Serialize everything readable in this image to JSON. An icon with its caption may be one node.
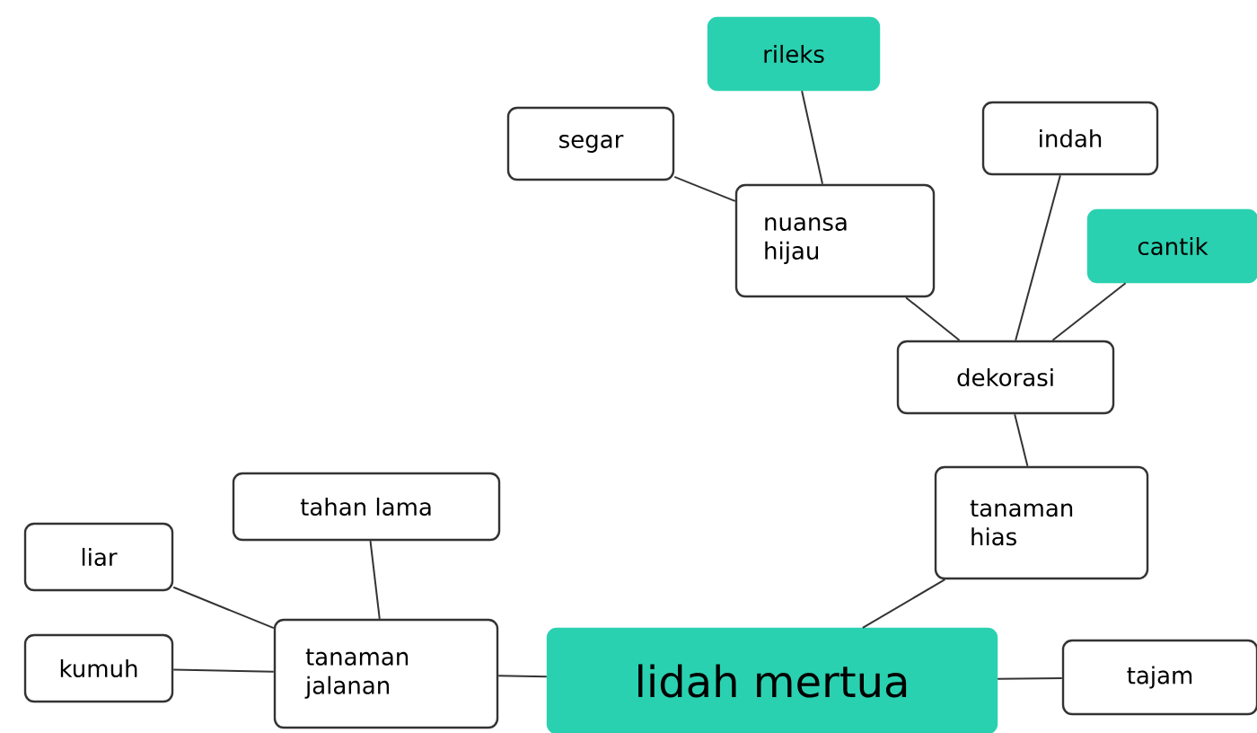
{
  "diagram": {
    "nodes": [
      {
        "text": [
          "lidah mertua"
        ]
      },
      {
        "text": [
          "tanaman jalanan"
        ]
      },
      {
        "text": [
          "tahan lama"
        ]
      },
      {
        "text": [
          "liar"
        ]
      },
      {
        "text": [
          "kumuh"
        ]
      },
      {
        "text": [
          "tanaman hias"
        ]
      },
      {
        "text": [
          "dekorasi"
        ]
      },
      {
        "text": [
          "nuansa hijau"
        ]
      },
      {
        "text": [
          "segar"
        ]
      },
      {
        "text": [
          "rileks"
        ]
      },
      {
        "text": [
          "indah"
        ]
      },
      {
        "text": [
          "cantik"
        ]
      },
      {
        "text": [
          "tajam"
        ]
      }
    ],
    "edges": [
      {
        "from": 0,
        "to": 1,
        "arrow": "none"
      },
      {
        "from": 1,
        "to": 2,
        "arrow": "none"
      },
      {
        "from": 1,
        "to": 3,
        "arrow": "none"
      },
      {
        "from": 1,
        "to": 4,
        "arrow": "none"
      },
      {
        "from": 0,
        "to": 5,
        "arrow": "none"
      },
      {
        "from": 5,
        "to": 6,
        "arrow": "none"
      },
      {
        "from": 6,
        "to": 7,
        "arrow": "none"
      },
      {
        "from": 7,
        "to": 8,
        "arrow": "none"
      },
      {
        "from": 7,
        "to": 9,
        "arrow": "none"
      },
      {
        "from": 6,
        "to": 10,
        "arrow": "none"
      },
      {
        "from": 6,
        "to": 11,
        "arrow": "none"
      },
      {
        "from": 0,
        "to": 12,
        "arrow": "none"
      }
    ]
  }
}
